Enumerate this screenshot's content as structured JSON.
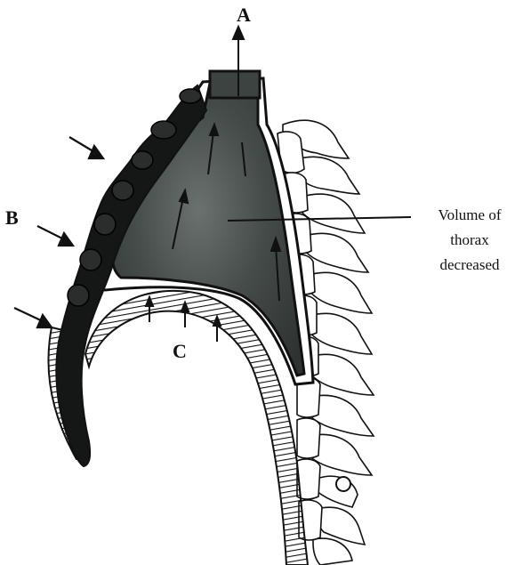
{
  "labels": {
    "a": "A",
    "b": "B",
    "c": "C"
  },
  "annotation": {
    "line1": "Volume of",
    "line2": "thorax",
    "line3": "decreased"
  },
  "colors": {
    "ink": "#111111",
    "thorax_fill": "#3a403d",
    "thorax_light": "#6b716e",
    "background": "#ffffff"
  }
}
